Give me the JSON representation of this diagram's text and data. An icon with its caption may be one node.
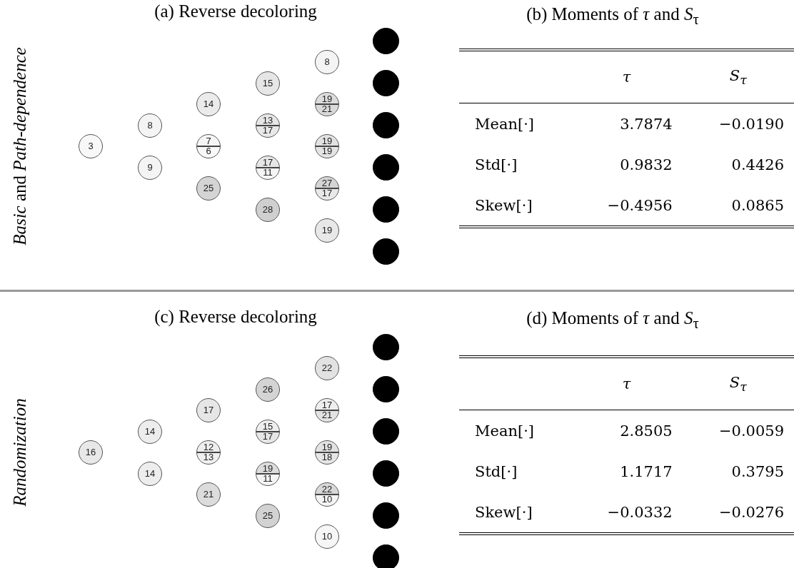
{
  "diagram": {
    "nodes": [
      {
        "text": [
          "3"
        ]
      },
      {
        "text": [
          "8"
        ]
      },
      {
        "text": [
          "9"
        ]
      },
      {
        "text": [
          "14"
        ]
      },
      {
        "text": [
          "7",
          "6"
        ]
      },
      {
        "text": [
          "25"
        ]
      },
      {
        "text": [
          "15"
        ]
      },
      {
        "text": [
          "13",
          "17"
        ]
      },
      {
        "text": [
          "17",
          "11"
        ]
      },
      {
        "text": [
          "28"
        ]
      },
      {
        "text": [
          "8"
        ]
      },
      {
        "text": [
          "19",
          "21"
        ]
      },
      {
        "text": [
          "19",
          "19"
        ]
      },
      {
        "text": [
          "27",
          "17"
        ]
      },
      {
        "text": [
          "19"
        ]
      },
      {
        "text": [],
        "shape": "circle"
      },
      {
        "text": [],
        "shape": "circle"
      },
      {
        "text": [],
        "shape": "circle"
      },
      {
        "text": [],
        "shape": "circle"
      },
      {
        "text": [],
        "shape": "circle"
      },
      {
        "text": [],
        "shape": "circle"
      },
      {
        "text": [
          "16"
        ]
      },
      {
        "text": [
          "14"
        ]
      },
      {
        "text": [
          "14"
        ]
      },
      {
        "text": [
          "17"
        ]
      },
      {
        "text": [
          "12",
          "13"
        ]
      },
      {
        "text": [
          "21"
        ]
      },
      {
        "text": [
          "26"
        ]
      },
      {
        "text": [
          "15",
          "17"
        ]
      },
      {
        "text": [
          "19",
          "11"
        ]
      },
      {
        "text": [
          "25"
        ]
      },
      {
        "text": [
          "22"
        ]
      },
      {
        "text": [
          "17",
          "21"
        ]
      },
      {
        "text": [
          "19",
          "18"
        ]
      },
      {
        "text": [
          "22",
          "10"
        ]
      },
      {
        "text": [
          "10"
        ]
      },
      {
        "text": [],
        "shape": "circle"
      },
      {
        "text": [],
        "shape": "circle"
      },
      {
        "text": [],
        "shape": "circle"
      },
      {
        "text": [],
        "shape": "circle"
      },
      {
        "text": [],
        "shape": "circle"
      },
      {
        "text": [],
        "shape": "circle"
      }
    ],
    "edges": [],
    "labels": [
      "*Basic* and *Path-dependence*",
      "(a) Reverse decoloring",
      "(b) Moments of *τ* and *S*$_{τ}$",
      "τ",
      "S$_{τ}$",
      "Mean[·]",
      "3.7874",
      "−0.0190",
      "Std[·]",
      "0.9832",
      "0.4426",
      "Skew[·]",
      "−0.4956",
      "0.0865",
      "*Randomization*",
      "(c) Reverse decoloring",
      "(d) Moments of *τ* and *S*$_{τ}$",
      "τ",
      "S$_{τ}$",
      "Mean[·]",
      "2.8505",
      "−0.0059",
      "Std[·]",
      "1.1717",
      "0.3795",
      "Skew[·]",
      "−0.0332",
      "−0.0276"
    ]
  }
}
